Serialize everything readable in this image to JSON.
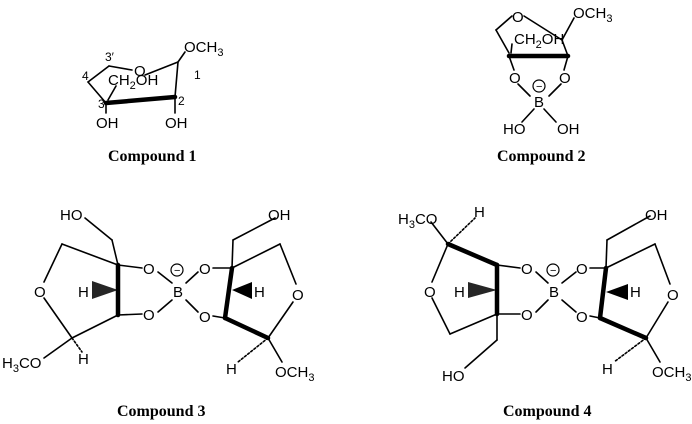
{
  "compounds": [
    {
      "caption": "Compound 1",
      "atoms": {
        "ring_o": "O",
        "methoxy": "OCH",
        "methoxy_sub": "3",
        "ch2oh_a": "CH",
        "ch2oh_sub": "2",
        "ch2oh_b": "OH",
        "oh_3": "OH",
        "oh_2": "OH"
      },
      "position_labels": {
        "p3prime": "3′",
        "p4": "4",
        "p1": "1",
        "p3": "3",
        "p2": "2"
      }
    },
    {
      "caption": "Compound 2",
      "atoms": {
        "ring_o": "O",
        "methoxy": "OCH",
        "methoxy_sub": "3",
        "ch2oh_a": "CH",
        "ch2oh_sub": "2",
        "ch2oh_b": "OH",
        "o_left": "O",
        "o_right": "O",
        "boron": "B",
        "charge": "−",
        "oh_left": "HO",
        "oh_right": "OH"
      }
    },
    {
      "caption": "Compound 3",
      "atoms": {
        "ho_top_left": "HO",
        "oh_top_right": "OH",
        "ring_o_left": "O",
        "ring_o_right": "O",
        "o1": "O",
        "o2": "O",
        "o3": "O",
        "o4": "O",
        "boron": "B",
        "charge": "−",
        "h_left": "H",
        "h_right": "H",
        "h_bottom_left": "H",
        "h_bottom_right": "H",
        "methoxy_left_a": "H",
        "methoxy_left_sub": "3",
        "methoxy_left_b": "CO",
        "methoxy_right": "OCH",
        "methoxy_right_sub": "3"
      }
    },
    {
      "caption": "Compound 4",
      "atoms": {
        "methoxy_top_a": "H",
        "methoxy_top_sub": "3",
        "methoxy_top_b": "CO",
        "h_top": "H",
        "oh_top_right": "OH",
        "ring_o_left": "O",
        "ring_o_right": "O",
        "o1": "O",
        "o2": "O",
        "o3": "O",
        "o4": "O",
        "boron": "B",
        "charge": "−",
        "h_left": "H",
        "h_right": "H",
        "ho_bottom_left": "HO",
        "h_bottom_right": "H",
        "methoxy_right": "OCH",
        "methoxy_right_sub": "3"
      }
    }
  ]
}
